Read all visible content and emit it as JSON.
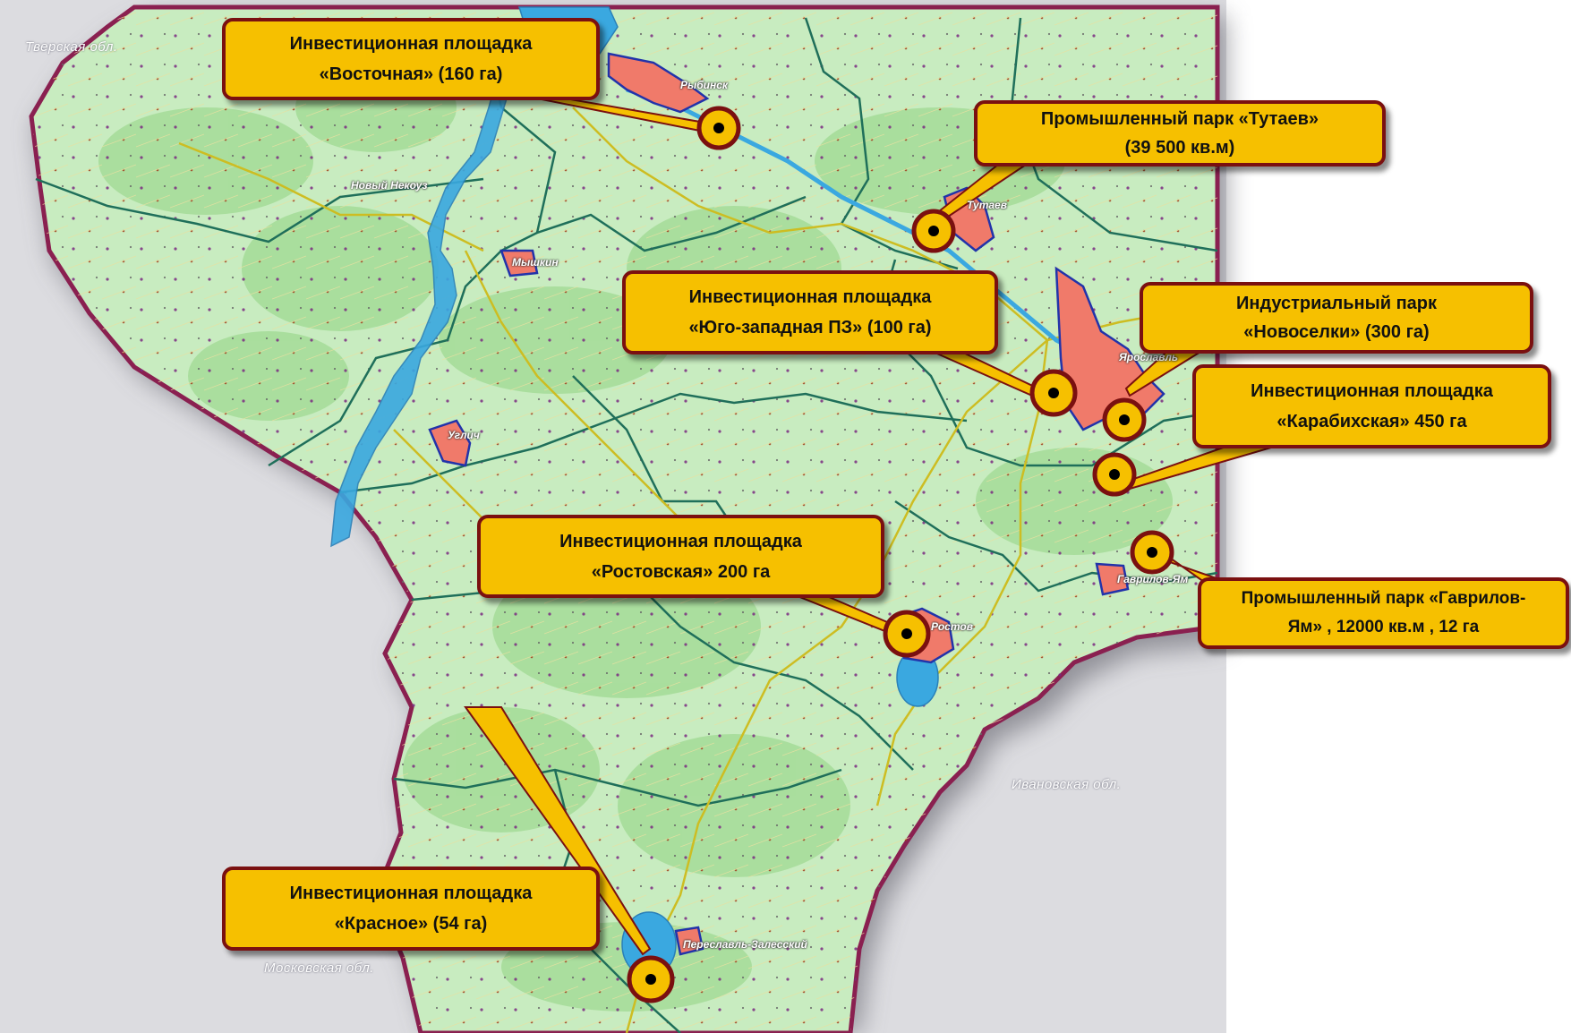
{
  "neighbors": {
    "tver": "Тверская обл.",
    "ivanovo": "Ивановская обл.",
    "moscow": "Московская обл."
  },
  "towns": {
    "rybinsk": "Рыбинск",
    "tutaev": "Тутаев",
    "yaroslavl": "Ярославль",
    "novy_nekouz": "Новый Некоуз",
    "myshkin": "Мышкин",
    "uglich": "Углич",
    "rostov": "Ростов",
    "gavrilov_yam": "Гаврилов-Ям",
    "pereslavl": "Переславль-Залесский"
  },
  "sites": [
    {
      "id": "vostochnaya",
      "line1": "Инвестиционная площадка",
      "line2": "«Восточная» (160 га)"
    },
    {
      "id": "tutaev",
      "line1": "Промышленный парк «Тутаев»",
      "line2": "(39 500 кв.м)"
    },
    {
      "id": "yugo",
      "line1": "Инвестиционная площадка",
      "line2": "«Юго-западная ПЗ» (100 га)"
    },
    {
      "id": "novoselki",
      "line1": "Индустриальный парк",
      "line2": "«Новоселки» (300 га)"
    },
    {
      "id": "karabikh",
      "line1": "Инвестиционная площадка",
      "line2": "«Карабихская»  450 га"
    },
    {
      "id": "rostov",
      "line1": "Инвестиционная площадка",
      "line2": "«Ростовская»  200 га"
    },
    {
      "id": "gavrilov",
      "line1": "Промышленный парк «Гаврилов-",
      "line2": "Ям» , 12000 кв.м , 12 га"
    },
    {
      "id": "krasnoe",
      "line1": "Инвестиционная площадка",
      "line2": "«Красное» (54 га)"
    }
  ],
  "colors": {
    "land": "#c8ecc0",
    "forest": "#9ed892",
    "water": "#3aa8e0",
    "city": "#f07a6a",
    "border": "#8a2050",
    "district": "#1f6f5a",
    "road": "#c9b820",
    "callout_fill": "#f6c000",
    "callout_border": "#7a1010"
  }
}
